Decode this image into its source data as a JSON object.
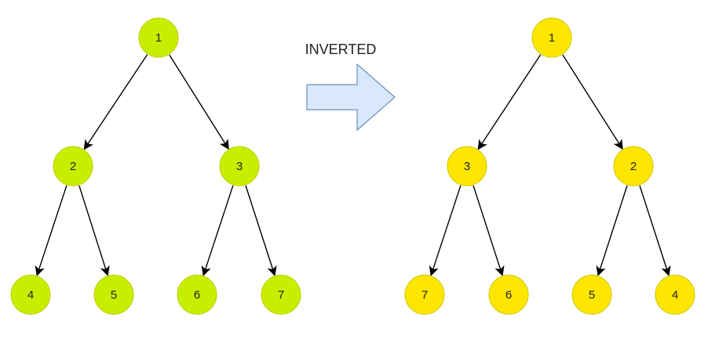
{
  "diagram": {
    "transform_label": "INVERTED",
    "colors": {
      "original_node_fill": "#c6ef00",
      "inverted_node_fill": "#ffe600",
      "node_stroke": "#c8c800",
      "edge": "#000000",
      "arrow_fill": "#dae8fc",
      "arrow_stroke": "#6c8ebf"
    },
    "original_tree": {
      "nodes": [
        {
          "id": "o1",
          "label": "1"
        },
        {
          "id": "o2",
          "label": "2"
        },
        {
          "id": "o3",
          "label": "3"
        },
        {
          "id": "o4",
          "label": "4"
        },
        {
          "id": "o5",
          "label": "5"
        },
        {
          "id": "o6",
          "label": "6"
        },
        {
          "id": "o7",
          "label": "7"
        }
      ],
      "edges": [
        [
          "o1",
          "o2"
        ],
        [
          "o1",
          "o3"
        ],
        [
          "o2",
          "o4"
        ],
        [
          "o2",
          "o5"
        ],
        [
          "o3",
          "o6"
        ],
        [
          "o3",
          "o7"
        ]
      ]
    },
    "inverted_tree": {
      "nodes": [
        {
          "id": "i1",
          "label": "1"
        },
        {
          "id": "i3",
          "label": "3"
        },
        {
          "id": "i2",
          "label": "2"
        },
        {
          "id": "i7",
          "label": "7"
        },
        {
          "id": "i6",
          "label": "6"
        },
        {
          "id": "i5",
          "label": "5"
        },
        {
          "id": "i4",
          "label": "4"
        }
      ],
      "edges": [
        [
          "i1",
          "i3"
        ],
        [
          "i1",
          "i2"
        ],
        [
          "i3",
          "i7"
        ],
        [
          "i3",
          "i6"
        ],
        [
          "i2",
          "i5"
        ],
        [
          "i2",
          "i4"
        ]
      ]
    }
  }
}
